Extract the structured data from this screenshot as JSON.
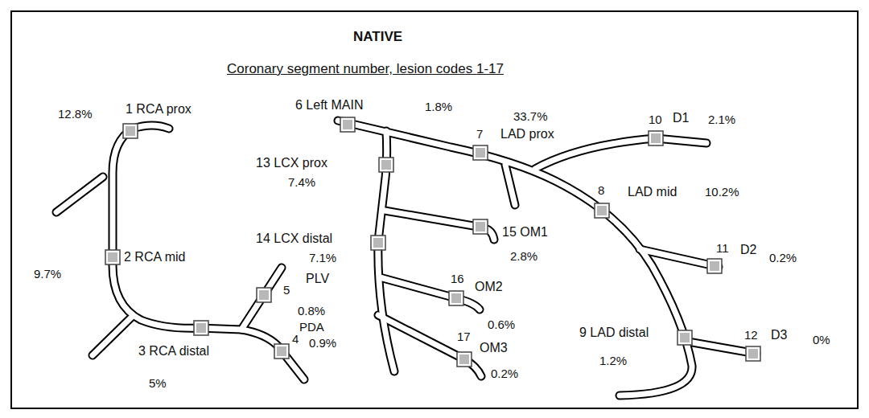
{
  "diagram": {
    "title": "NATIVE",
    "labels": [
      "Coronary segment number, lesion codes 1-17",
      "12.8%",
      "1 RCA prox",
      "9.7%",
      "2 RCA mid",
      "3 RCA distal",
      "5%",
      "5",
      "PLV",
      "0.8%",
      "PDA",
      "4",
      "0.9%",
      "6 Left MAIN",
      "1.8%",
      "7",
      "LAD prox",
      "33.7%",
      "10",
      "D1",
      "2.1%",
      "8",
      "LAD mid",
      "10.2%",
      "11",
      "D2",
      "0.2%",
      "9 LAD distal",
      "1.2%",
      "12",
      "D3",
      "0%",
      "13 LCX prox",
      "7.4%",
      "14 LCX distal",
      "7.1%",
      "15 OM1",
      "2.8%",
      "16",
      "OM2",
      "0.6%",
      "17",
      "OM3",
      "0.2%"
    ]
  }
}
